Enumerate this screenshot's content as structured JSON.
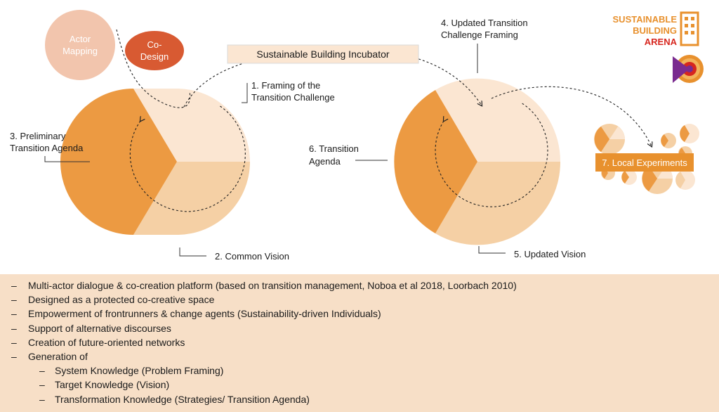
{
  "bubbles": {
    "actor_mapping": "Actor\nMapping",
    "co_design": "Co-\nDesign"
  },
  "incubator": {
    "label": "Sustainable Building Incubator"
  },
  "cycle1": {
    "step1": "1. Framing of the\nTransition Challenge",
    "step2": "2. Common Vision",
    "step3": "3. Preliminary\nTransition Agenda"
  },
  "cycle2": {
    "step4": "4. Updated Transition\nChallenge Framing",
    "step5": "5. Updated Vision",
    "step6": "6. Transition\nAgenda"
  },
  "experiments": {
    "label": "7. Local Experiments"
  },
  "logo": {
    "line1": "SUSTAINABLE",
    "line2": "BUILDING",
    "line3": "ARENA",
    "color_orange": "#e8912e",
    "color_red": "#d7261e",
    "color_purple": "#7a2b8f"
  },
  "colors": {
    "segment_dark": "#ec9a42",
    "segment_mid": "#f5d0a5",
    "segment_light": "#fbe6d2",
    "actor_bubble": "#f2c5ad",
    "codesign_bubble": "#d85a32",
    "panel": "#f7dfc7",
    "experiments_box": "#e8912e"
  },
  "features": {
    "items": [
      "Multi-actor dialogue & co-creation platform (based on transition management, Noboa et al 2018, Loorbach 2010)",
      "Designed as a protected co-creative space",
      "Empowerment of frontrunners & change agents (Sustainability-driven Individuals)",
      "Support of alternative  discourses",
      "Creation of future-oriented networks",
      "Generation of"
    ],
    "sub_items": [
      "System Knowledge (Problem Framing)",
      "Target Knowledge (Vision)",
      "Transformation Knowledge (Strategies/ Transition Agenda)"
    ]
  }
}
